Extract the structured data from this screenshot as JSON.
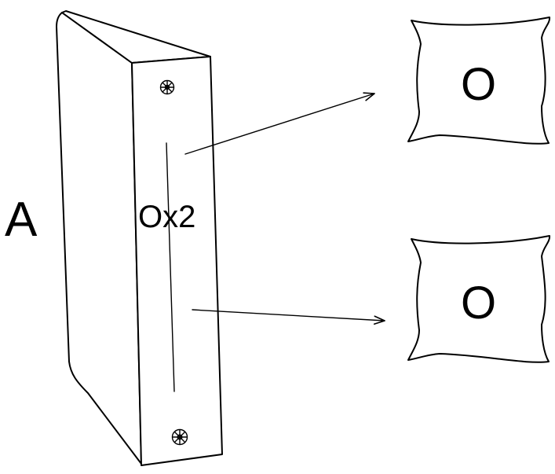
{
  "figure": {
    "box_label": "A",
    "box_text": "Ox2",
    "pillows": [
      {
        "label": "O"
      },
      {
        "label": "O"
      }
    ]
  }
}
